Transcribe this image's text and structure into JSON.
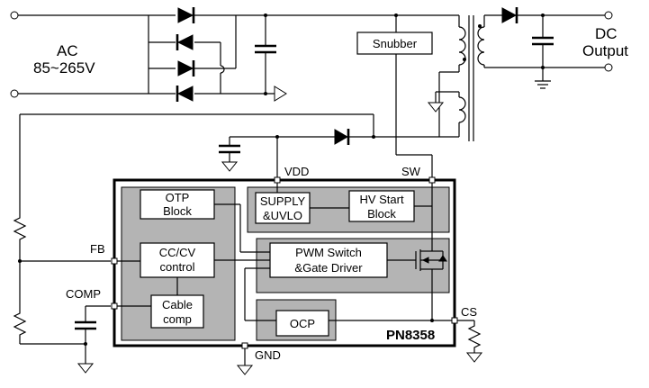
{
  "input": {
    "label_1": "AC",
    "label_2": "85~265V"
  },
  "output": {
    "label_1": "DC",
    "label_2": "Output"
  },
  "blocks": {
    "snubber": "Snubber",
    "otp_1": "OTP",
    "otp_2": "Block",
    "supply_1": "SUPPLY",
    "supply_2": "&UVLO",
    "hv_1": "HV Start",
    "hv_2": "Block",
    "cccv_1": "CC/CV",
    "cccv_2": "control",
    "pwm_1": "PWM Switch",
    "pwm_2": "&Gate Driver",
    "cable_1": "Cable",
    "cable_2": "comp",
    "ocp": "OCP"
  },
  "pins": {
    "vdd": "VDD",
    "sw": "SW",
    "fb": "FB",
    "comp": "COMP",
    "cs": "CS",
    "gnd": "GND"
  },
  "chip": {
    "name": "PN8358"
  }
}
